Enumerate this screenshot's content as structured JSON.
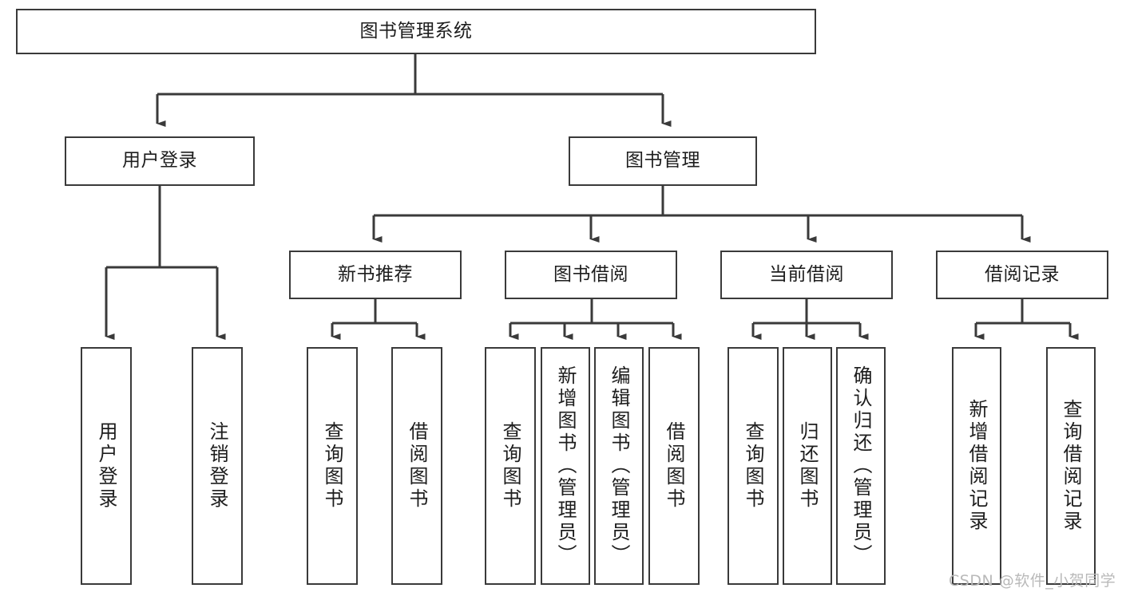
{
  "diagram": {
    "title": "图书管理系统",
    "type": "tree-hierarchy",
    "watermark": "CSDN @软件_小贺同学",
    "colors": {
      "box_border": "#3a3a3a",
      "box_fill": "#ffffff",
      "edge": "#3a3a3a",
      "text": "#1d1d1d",
      "watermark": "#b9b9b9",
      "background": "#ffffff"
    },
    "nodes": {
      "root": {
        "label": "图书管理系统"
      },
      "level2": [
        {
          "label": "用户登录"
        },
        {
          "label": "图书管理"
        }
      ],
      "level3": [
        {
          "label": "新书推荐"
        },
        {
          "label": "图书借阅"
        },
        {
          "label": "当前借阅"
        },
        {
          "label": "借阅记录"
        }
      ],
      "leaves": {
        "user_login": [
          {
            "label": "用户登录"
          },
          {
            "label": "注销登录"
          }
        ],
        "new_book_recommend": [
          {
            "label": "查询图书"
          },
          {
            "label": "借阅图书"
          }
        ],
        "book_borrow": [
          {
            "label": "查询图书"
          },
          {
            "label": "新增图书（管理员）"
          },
          {
            "label": "编辑图书（管理员）"
          },
          {
            "label": "借阅图书"
          }
        ],
        "current_borrow": [
          {
            "label": "查询图书"
          },
          {
            "label": "归还图书"
          },
          {
            "label": "确认归还（管理员）"
          }
        ],
        "borrow_record": [
          {
            "label": "新增借阅记录"
          },
          {
            "label": "查询借阅记录"
          }
        ]
      }
    }
  }
}
